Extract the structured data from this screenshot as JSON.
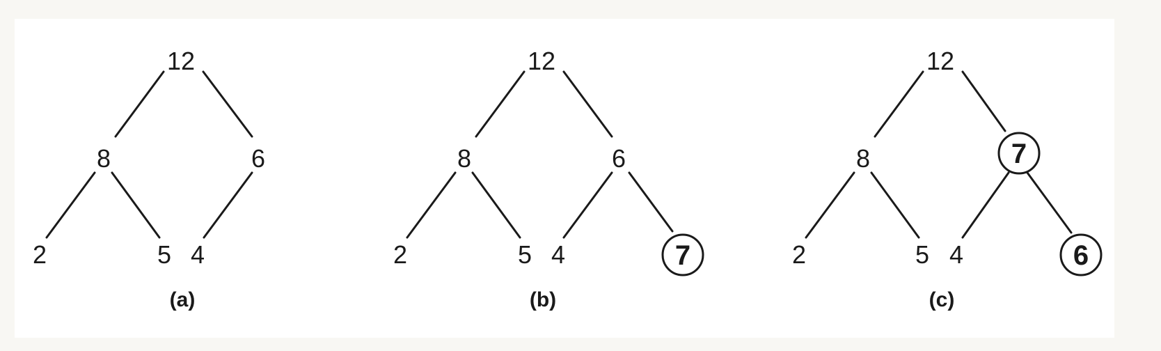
{
  "panels": [
    {
      "caption": "(a)",
      "nodes": [
        "12",
        "8",
        "6",
        "2",
        "5",
        "4"
      ],
      "highlighted": []
    },
    {
      "caption": "(b)",
      "nodes": [
        "12",
        "8",
        "6",
        "2",
        "5",
        "4",
        "7"
      ],
      "highlighted": [
        "7"
      ]
    },
    {
      "caption": "(c)",
      "nodes": [
        "12",
        "8",
        "7",
        "2",
        "5",
        "4",
        "6"
      ],
      "highlighted": [
        "7",
        "6"
      ]
    }
  ],
  "colors": {
    "page_background": "#f8f7f3",
    "panel_background": "#ffffff",
    "ink": "#1a1a1a"
  }
}
